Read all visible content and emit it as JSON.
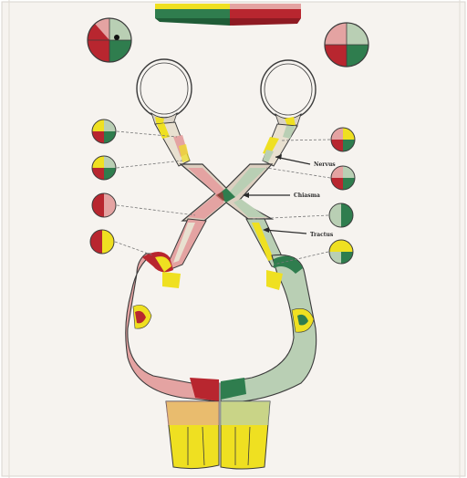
{
  "palette": {
    "paper": "#f6f3ef",
    "red": "#b8262f",
    "pink": "#e4a3a2",
    "green": "#2f7d4e",
    "light_green": "#b9cfb4",
    "yellow": "#efe021",
    "outline": "#3b3b3b",
    "dashed_leader": "#777777"
  },
  "labels": {
    "upper": "Nervus",
    "middle": "Chiasma",
    "lower": "Tractus"
  }
}
